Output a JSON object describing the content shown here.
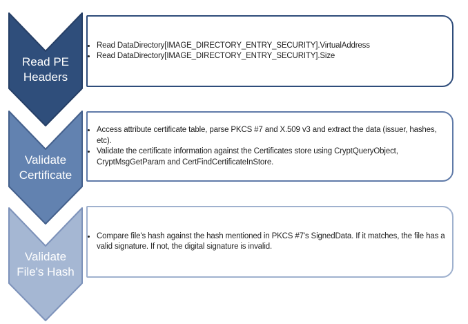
{
  "diagram": {
    "type": "vertical-chevron-process-list",
    "background_color": "#ffffff",
    "bullet_text_color": "#1f1f1f",
    "steps": [
      {
        "label_line1": "Read PE",
        "label_line2": "Headers",
        "bullets": [
          "Read DataDirectory[IMAGE_DIRECTORY_ENTRY_SECURITY].VirtualAddress",
          "Read DataDirectory[IMAGE_DIRECTORY_ENTRY_SECURITY].Size"
        ],
        "colors": {
          "chevron_fill": "#2f4e7b",
          "chevron_stroke": "#263f66",
          "box_border": "#2e4c7a",
          "label_text": "#ffffff"
        }
      },
      {
        "label_line1": "Validate",
        "label_line2": "Certificate",
        "bullets": [
          "Access attribute certificate table, parse PKCS #7 and X.509 v3 and extract the data (issuer, hashes, etc).",
          "Validate the certificate information against the Certificates store using CryptQueryObject, CryptMsgGetParam and CertFindCertificateInStore."
        ],
        "colors": {
          "chevron_fill": "#6282b0",
          "chevron_stroke": "#44608c",
          "box_border": "#5f7aa8",
          "label_text": "#ffffff"
        }
      },
      {
        "label_line1": "Validate",
        "label_line2": "File's Hash",
        "bullets": [
          "Compare file's hash against the hash mentioned in PKCS #7's SignedData. If it matches, the file has a valid signature. If not, the digital signature is invalid."
        ],
        "colors": {
          "chevron_fill": "#a5b7d3",
          "chevron_stroke": "#7d92ba",
          "box_border": "#9fb1ce",
          "label_text": "#ffffff"
        }
      }
    ]
  }
}
